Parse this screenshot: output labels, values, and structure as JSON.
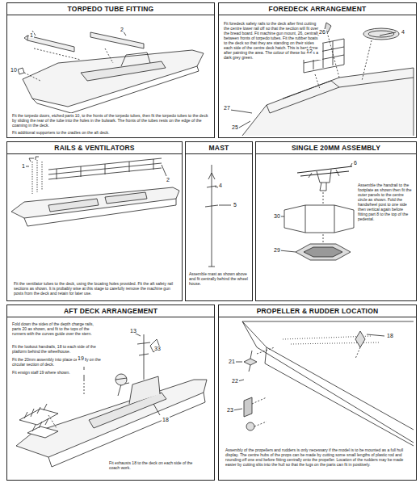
{
  "diagram": {
    "nodes": [
      {
        "text": [
          "TORPEDO TUBE FITTING",
          "Fit the torpedo doors, etched parts 10, to the fronts of the torpedo tubes, then fit the torpedo tubes to the deck by sliding the rear of the tube into the holes in the bulwark. The fronts of the tubes rests on the edge of the coaming in the deck.",
          "Fit additional supporters to the cradles on the aft deck."
        ]
      },
      {
        "text": [
          "FOREDECK ARRANGEMENT",
          "Fit foredeck safety rails to the deck after first cutting the centre lower rail off so that the section will fit over the bread board. Fit machine gun mount, 26, centrally between fronts of torpedo tubes. Fit the rubber boats to the deck so that they are standing on their sides each side of the centre deck hatch. This is best done after painting the area. The colour of these boats is a dark grey green."
        ]
      },
      {
        "text": [
          "RAILS & VENTILATORS",
          "Fit the ventilator tubes to the deck, using the locating holes provided. Fit the aft safety rail sections as shown. It is probably wise at this stage to carefully remove the machine gun posts from the deck and retain for later use."
        ]
      },
      {
        "text": [
          "MAST",
          "Assemble mast as shown above and fit centrally behind the wheel house."
        ]
      },
      {
        "text": [
          "SINGLE 20MM ASSEMBLY",
          "Assemble the handrail to the footplate as shown then fit the outer panels to the centre circle as shown. Fold the handwheel post to one side then vertical again before fitting part 8 to the top of the pedestal."
        ]
      },
      {
        "text": [
          "AFT DECK ARRANGEMENT",
          "Fold down the sides of the depth charge rails, parts 20 as shown, and fit to the tops of the runners with the curves guide over the stern.",
          "Fit the lookout handrails, 18 to each side of the platform behind the wheelhouse.",
          "Fit the 20mm assembly into place centrally on the circular section of deck.",
          "Fit ensign staff 19 where shown.",
          "Fit exhausts 18 to the deck on each side of the coach work."
        ]
      },
      {
        "text": [
          "PROPELLER & RUDDER LOCATION",
          "Assembly of the propellers and rudders is only necessary if the model is to be mounted as a full hull display. The centre hubs of the props can be made by cutting some small lengths of plastic rod and rounding off one end before fitting centrally onto the propeller. Location of the rudders may be made easier by cutting slits into the hull so that the lugs on the parts can fit in positively."
        ]
      }
    ],
    "labels": [
      "1",
      "2",
      "10",
      "26",
      "4",
      "12",
      "27",
      "25",
      "1",
      "2",
      "4",
      "5",
      "6",
      "30",
      "29",
      "13",
      "19",
      "18",
      "33",
      "18",
      "21",
      "22",
      "23"
    ]
  }
}
